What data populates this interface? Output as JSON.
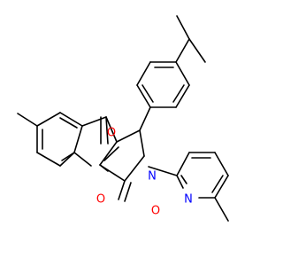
{
  "molecule": {
    "atoms": {
      "o_ketone": "O",
      "o_lactam": "O",
      "o_ring": "O",
      "n_lactam": "N",
      "n_pyridine": "N"
    },
    "colors": {
      "bond": "#000000",
      "oxygen": "#ff0000",
      "nitrogen": "#0000ff",
      "background": "#ffffff"
    }
  }
}
